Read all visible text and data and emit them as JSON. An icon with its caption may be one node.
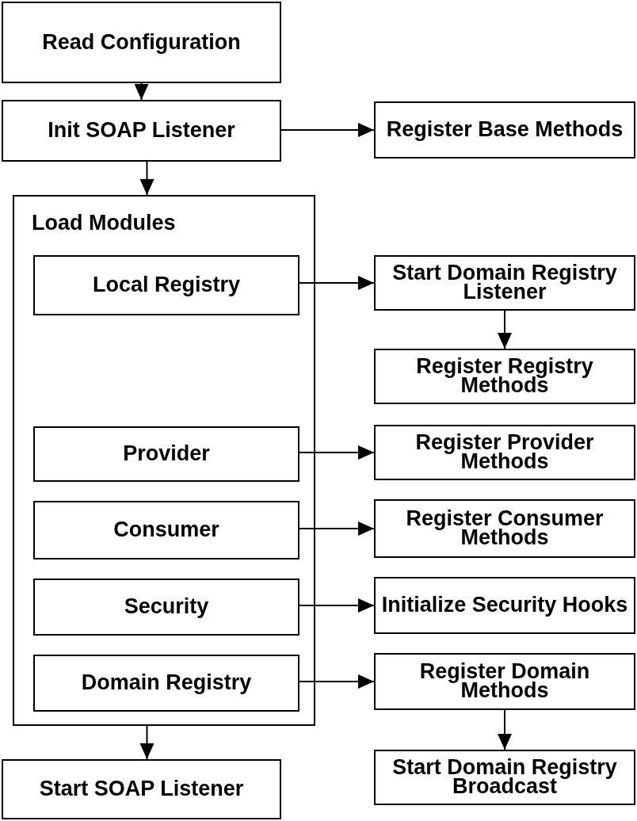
{
  "diagram": {
    "nodes": [
      {
        "text": [
          "Read Configuration"
        ]
      },
      {
        "text": [
          "Init SOAP Listener"
        ]
      },
      {
        "text": [
          "Register Base Methods"
        ]
      },
      {
        "text": [
          "Load Modules"
        ]
      },
      {
        "text": [
          "Local Registry"
        ],
        "in": 3
      },
      {
        "text": [
          "Start Domain Registry Listener"
        ]
      },
      {
        "text": [
          "Register Registry Methods"
        ]
      },
      {
        "text": [
          "Provider"
        ],
        "in": 3
      },
      {
        "text": [
          "Register Provider Methods"
        ]
      },
      {
        "text": [
          "Consumer"
        ],
        "in": 3
      },
      {
        "text": [
          "Register Consumer Methods"
        ]
      },
      {
        "text": [
          "Security"
        ],
        "in": 3
      },
      {
        "text": [
          "Initialize Security Hooks"
        ]
      },
      {
        "text": [
          "Domain Registry"
        ],
        "in": 3
      },
      {
        "text": [
          "Register Domain Methods"
        ]
      },
      {
        "text": [
          "Start Domain Registry Broadcast"
        ]
      },
      {
        "text": [
          "Start SOAP Listener"
        ]
      }
    ],
    "edges": [
      {
        "from": 0,
        "to": 1,
        "arrow": "to"
      },
      {
        "from": 1,
        "to": 2,
        "arrow": "to"
      },
      {
        "from": 1,
        "to": 3,
        "arrow": "to"
      },
      {
        "from": 4,
        "to": 5,
        "arrow": "to"
      },
      {
        "from": 5,
        "to": 6,
        "arrow": "to"
      },
      {
        "from": 7,
        "to": 8,
        "arrow": "to"
      },
      {
        "from": 9,
        "to": 10,
        "arrow": "to"
      },
      {
        "from": 11,
        "to": 12,
        "arrow": "to"
      },
      {
        "from": 13,
        "to": 14,
        "arrow": "to"
      },
      {
        "from": 14,
        "to": 15,
        "arrow": "to"
      },
      {
        "from": 3,
        "to": 16,
        "arrow": "to"
      }
    ]
  }
}
